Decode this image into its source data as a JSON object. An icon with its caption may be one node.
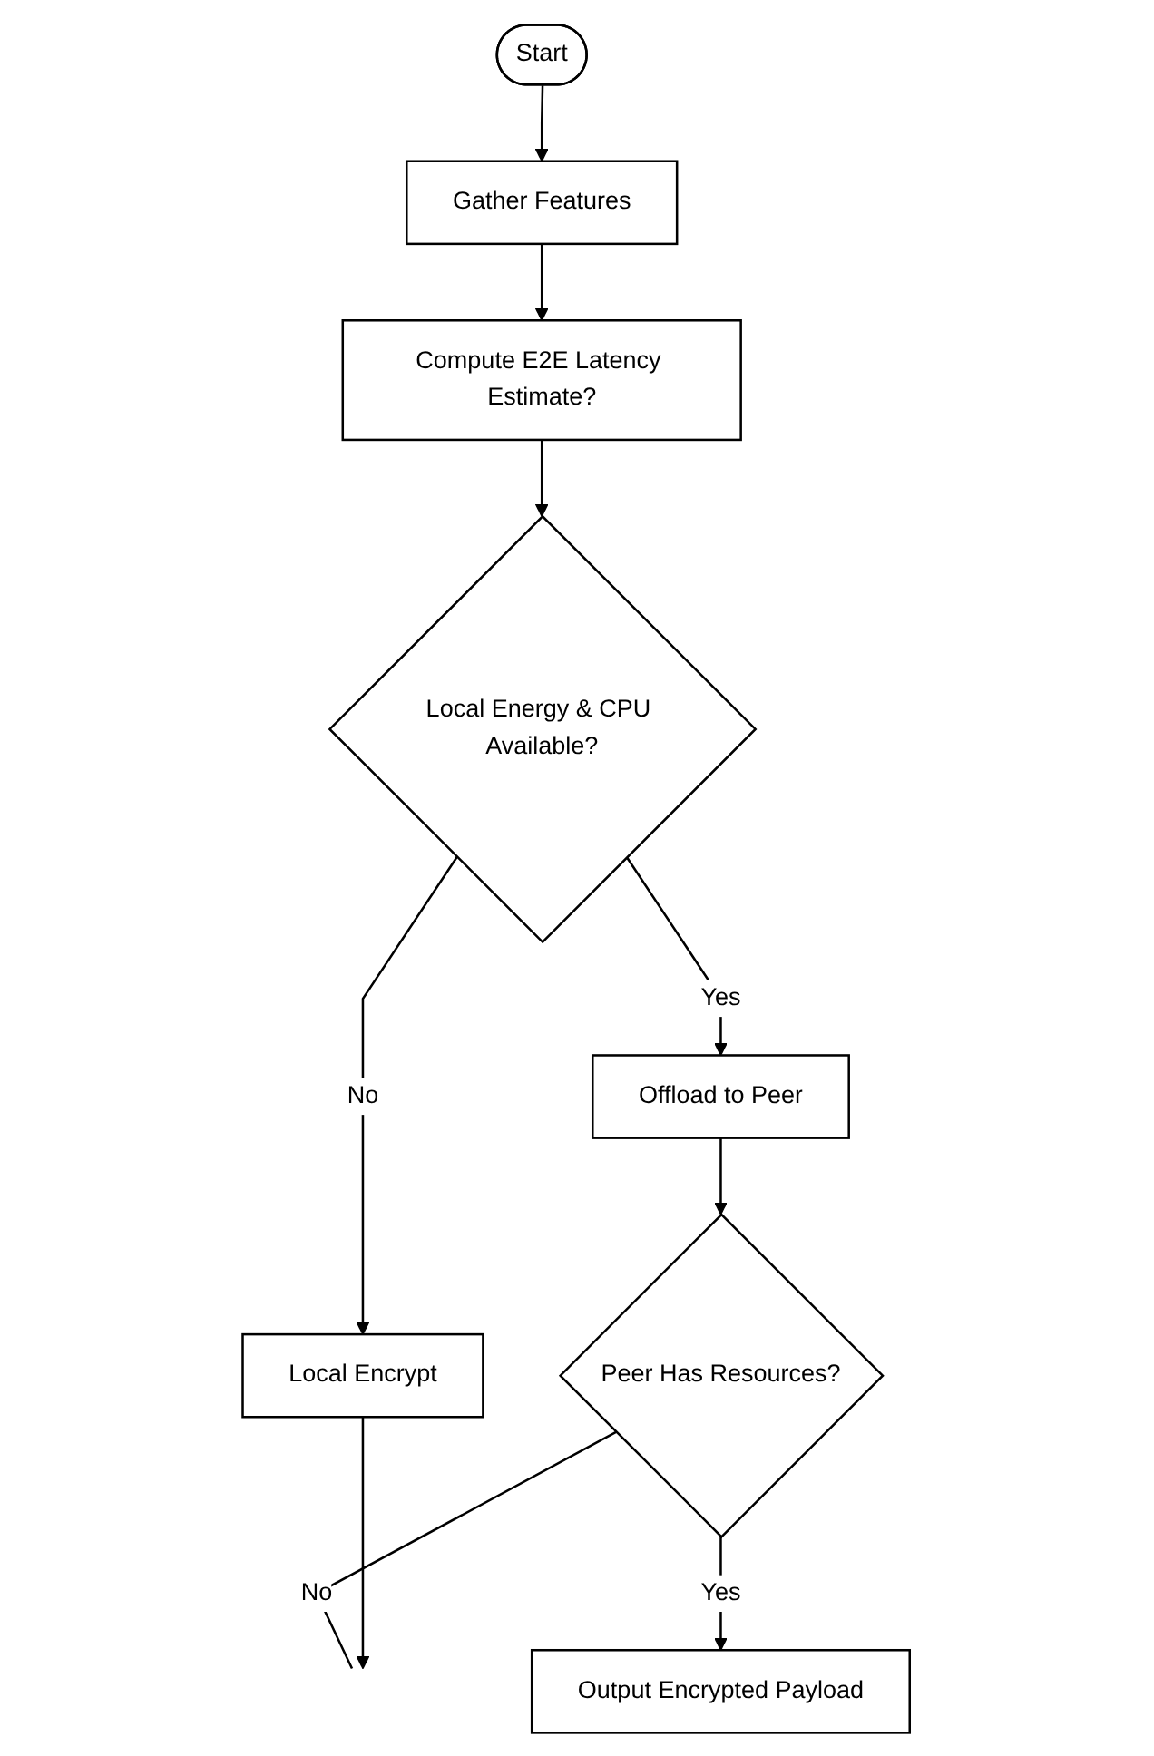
{
  "diagram": {
    "nodes": [
      {
        "text": [
          "Start"
        ]
      },
      {
        "text": [
          "Gather Features"
        ]
      },
      {
        "text": [
          "Compute E2E Latency Estimate?"
        ]
      },
      {
        "text": [
          "Local Energy & CPU Available?"
        ]
      },
      {
        "text": [
          "Local Encrypt"
        ]
      },
      {
        "text": [
          "Offload to Peer"
        ]
      },
      {
        "text": [
          "Peer Has Resources?"
        ]
      },
      {
        "text": [
          "Output Encrypted Payload"
        ]
      }
    ],
    "edges": [
      {
        "from": 0,
        "to": 1,
        "arrow": "to"
      },
      {
        "from": 1,
        "to": 2,
        "arrow": "to"
      },
      {
        "from": 2,
        "to": 3,
        "arrow": "to"
      },
      {
        "from": 3,
        "to": 4,
        "label": "No",
        "arrow": "to"
      },
      {
        "from": 3,
        "to": 5,
        "label": "Yes",
        "arrow": "to"
      },
      {
        "from": 5,
        "to": 6,
        "arrow": "to"
      },
      {
        "from": 6,
        "to": 7,
        "label": "Yes",
        "arrow": "to"
      },
      {
        "from": 6,
        "to": null,
        "label": "No",
        "arrow": "none"
      },
      {
        "from": 4,
        "to": null,
        "arrow": "to"
      }
    ]
  }
}
